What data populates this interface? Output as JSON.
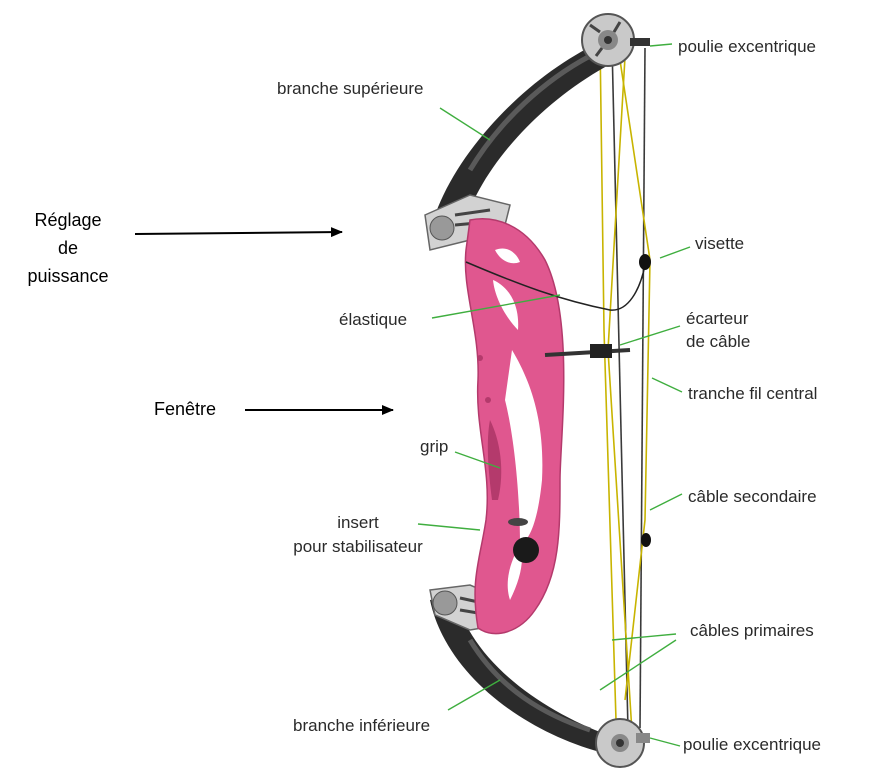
{
  "labels": {
    "poulie_haut": "poulie excentrique",
    "branche_sup": "branche supérieure",
    "reglage_l1": "Réglage",
    "reglage_l2": "de",
    "reglage_l3": "puissance",
    "visette": "visette",
    "elastique": "élastique",
    "ecarteur_l1": "écarteur",
    "ecarteur_l2": "de câble",
    "fenetre": "Fenêtre",
    "tranche": "tranche fil central",
    "grip": "grip",
    "cable_secondaire": "câble secondaire",
    "insert_l1": "insert",
    "insert_l2": "pour stabilisateur",
    "cables_primaires": "câbles primaires",
    "branche_inf": "branche inférieure",
    "poulie_bas": "poulie excentrique"
  },
  "colors": {
    "riser": "#e0578f",
    "riser_dark": "#b43a6c",
    "limb": "#2b2b2b",
    "limb_light": "#5a5a5a",
    "cam": "#c9c9c9",
    "string": "#3a3a3a",
    "cable_yellow": "#c8b400",
    "leader": "#3fae3f",
    "arrow": "#000000"
  }
}
